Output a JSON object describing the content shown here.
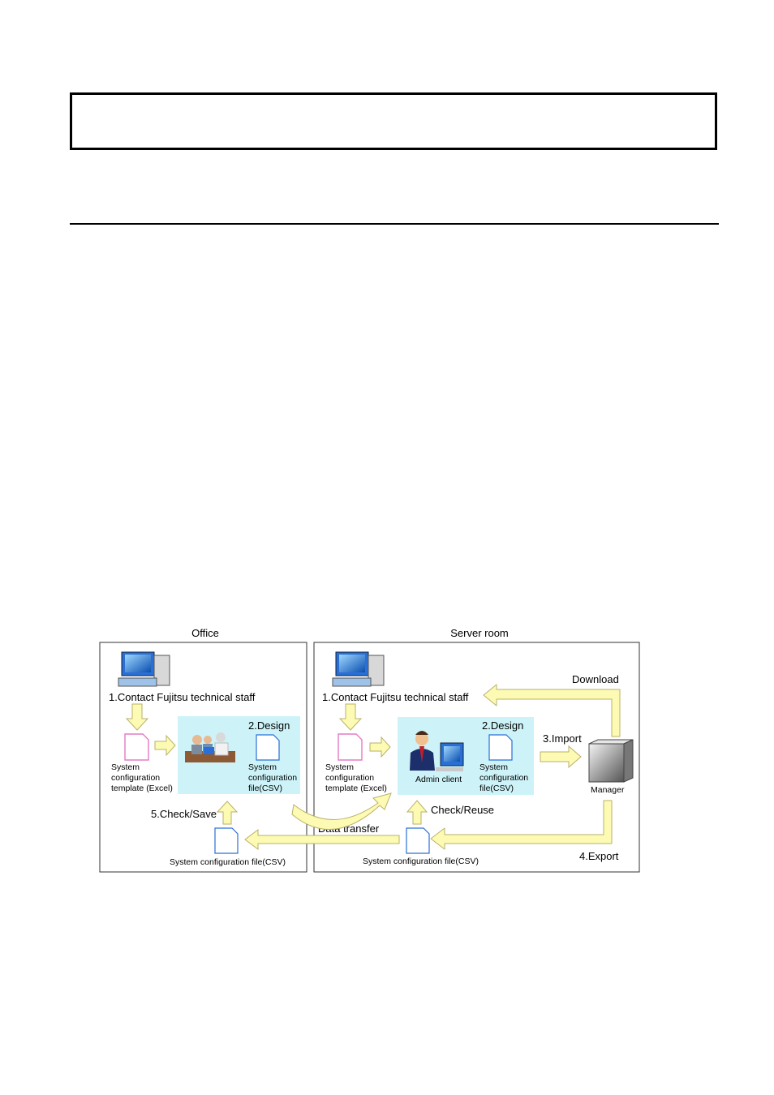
{
  "diagram": {
    "office": {
      "title": "Office",
      "step1": "1.Contact Fujitsu technical staff",
      "template": [
        "System",
        "configuration",
        "template (Excel)"
      ],
      "design": "2.Design",
      "config_file": [
        "System",
        "configuration",
        "file(CSV)"
      ],
      "check_save": "5.Check/Save",
      "bottom_file": "System configuration file(CSV)"
    },
    "server_room": {
      "title": "Server room",
      "step1": "1.Contact Fujitsu technical staff",
      "template": [
        "System",
        "configuration",
        "template (Excel)"
      ],
      "design": "2.Design",
      "admin_client": "Admin client",
      "config_file": [
        "System",
        "configuration",
        "file(CSV)"
      ],
      "import": "3.Import",
      "download": "Download",
      "manager": "Manager",
      "check_reuse": "Check/Reuse",
      "export": "4.Export",
      "bottom_file": "System configuration file(CSV)"
    },
    "data_transfer": "Data transfer"
  }
}
